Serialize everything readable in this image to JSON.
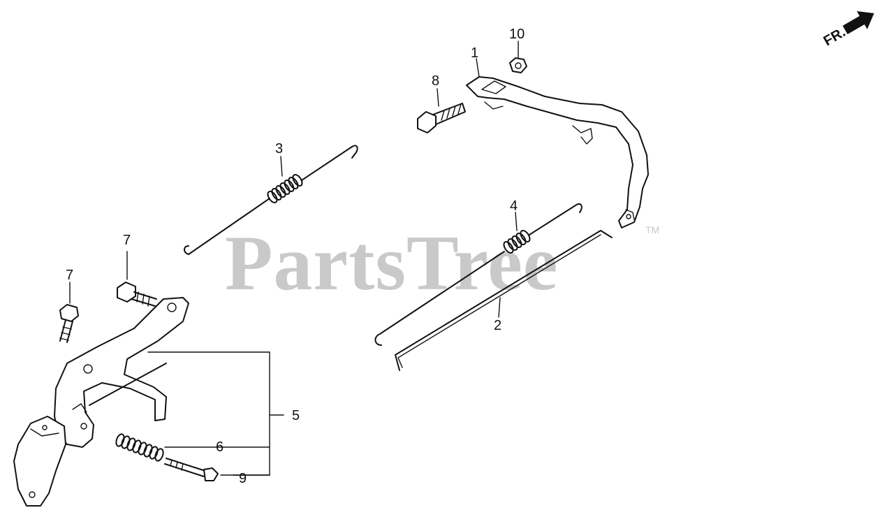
{
  "watermark": {
    "text": "PartsTree",
    "trademark": "TM"
  },
  "direction_indicator": {
    "label": "FR."
  },
  "callouts": {
    "c1": "1",
    "c2": "2",
    "c3": "3",
    "c4": "4",
    "c5": "5",
    "c6": "6",
    "c7a": "7",
    "c7b": "7",
    "c8": "8",
    "c9": "9",
    "c10": "10"
  },
  "colors": {
    "line": "#111111",
    "watermark": "#c9c9c9",
    "background": "#ffffff"
  }
}
